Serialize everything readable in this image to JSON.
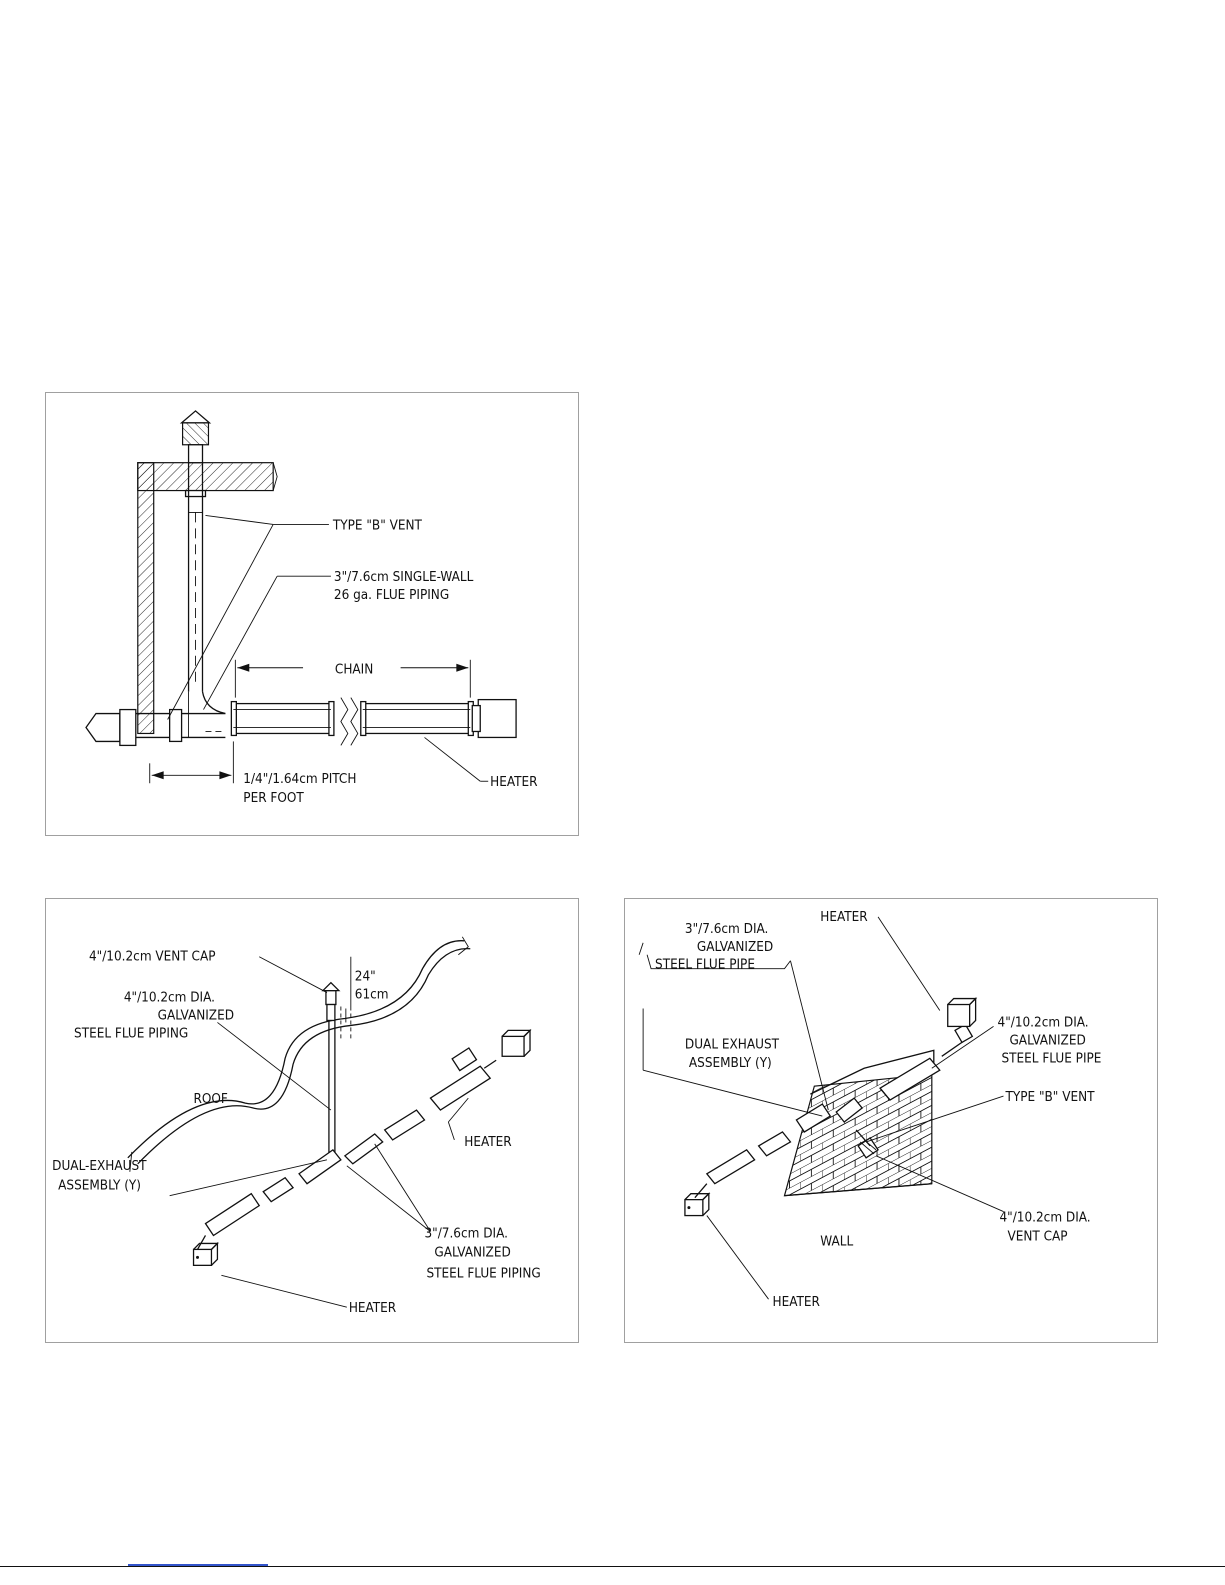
{
  "figure_a": {
    "type_b_vent": "TYPE \"B\" VENT",
    "flue_piping_line1": "3\"/7.6cm SINGLE-WALL",
    "flue_piping_line2": "26 ga. FLUE PIPING",
    "chain": "CHAIN",
    "pitch_line1": "1/4\"/1.64cm PITCH",
    "pitch_line2": "PER FOOT",
    "heater": "HEATER"
  },
  "figure_b": {
    "vent_cap": "4\"/10.2cm VENT CAP",
    "dim_24": "24\"",
    "dim_61": "61cm",
    "flue_4_line1": "4\"/10.2cm DIA.",
    "flue_4_line2": "GALVANIZED",
    "flue_4_line3": "STEEL FLUE PIPING",
    "roof": "ROOF",
    "heater_top": "HEATER",
    "dual_line1": "DUAL-EXHAUST",
    "dual_line2": "ASSEMBLY (Y)",
    "flue_3_line1": "3\"/7.6cm DIA.",
    "flue_3_line2": "GALVANIZED",
    "flue_3_line3": "STEEL FLUE PIPING",
    "heater_bottom": "HEATER"
  },
  "figure_c": {
    "heater_top": "HEATER",
    "flue_3_line1": "3\"/7.6cm DIA.",
    "flue_3_line2": "GALVANIZED",
    "flue_3_line3": "STEEL FLUE PIPE",
    "flue_4_line1": "4\"/10.2cm DIA.",
    "flue_4_line2": "GALVANIZED",
    "flue_4_line3": "STEEL FLUE PIPE",
    "dual_line1": "DUAL EXHAUST",
    "dual_line2": "ASSEMBLY (Y)",
    "type_b_vent": "TYPE \"B\" VENT",
    "vent_cap_line1": "4\"/10.2cm DIA.",
    "vent_cap_line2": "VENT CAP",
    "wall": "WALL",
    "heater_bottom": "HEATER"
  }
}
